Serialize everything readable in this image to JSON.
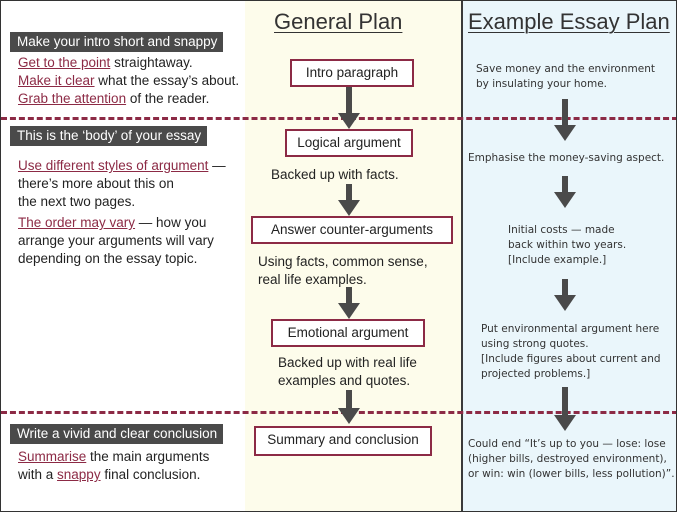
{
  "headings": {
    "general_plan": "General Plan",
    "example_plan": "Example Essay Plan"
  },
  "left": {
    "intro": {
      "label": "Make your intro short and snappy",
      "lines": [
        {
          "link": "Get to the point",
          "rest": " straightaway."
        },
        {
          "link": "Make it clear",
          "rest": " what the essay’s about."
        },
        {
          "link": "Grab the attention",
          "rest": " of the reader."
        }
      ]
    },
    "body": {
      "label": "This is the ‘body’ of your essay",
      "p1_link": "Use different styles of argument",
      "p1_rest1": " —",
      "p1_line2": "there’s more about this on",
      "p1_line3": "the next two pages.",
      "p2_link": "The order may vary",
      "p2_rest1": " — how you",
      "p2_line2": "arrange your arguments will vary",
      "p2_line3": "depending on the essay topic."
    },
    "conclusion": {
      "label": "Write a vivid and clear conclusion",
      "l1_link": "Summarise",
      "l1_rest": " the main arguments",
      "l2_pre": "with a ",
      "l2_link": "snappy",
      "l2_rest": " final conclusion."
    }
  },
  "general": {
    "boxes": {
      "intro": "Intro paragraph",
      "logical": "Logical argument",
      "counter": "Answer counter-arguments",
      "emotional": "Emotional argument",
      "summary": "Summary and conclusion"
    },
    "notes": {
      "logical": [
        "Backed up with facts."
      ],
      "counter": [
        "Using facts, common sense,",
        "real life examples."
      ],
      "emotional": [
        "Backed up with real life",
        "examples and quotes."
      ]
    }
  },
  "example": {
    "intro": [
      "Save money and the environment",
      "by insulating your home."
    ],
    "emphasis": [
      "Emphasise the money-saving aspect."
    ],
    "costs": [
      "Initial costs — made",
      "back within two years.",
      "[Include example.]"
    ],
    "environment": [
      "Put environmental argument here",
      "using strong quotes.",
      "[Include figures about current and",
      "projected problems.]"
    ],
    "end": [
      "Could end “It’s up to you — lose: lose",
      "(higher bills, destroyed environment),",
      "or win: win (lower bills, less pollution)”."
    ]
  },
  "colors": {
    "accent": "#8c2a45",
    "label_bg": "#4a4a4a",
    "arrow": "#4a4a4a",
    "mid_bg": "#fdfceb",
    "right_bg": "#eaf6fb"
  }
}
